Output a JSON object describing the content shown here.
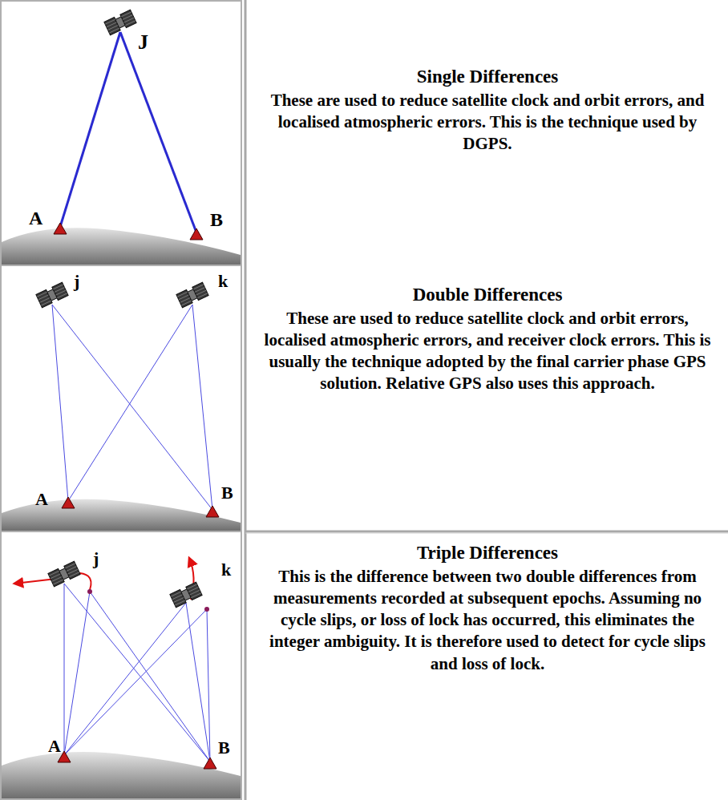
{
  "diagram": {
    "nodes": [
      {
        "text": [
          "Single Differences",
          "These are used to reduce satellite clock and orbit errors, and localised atmospheric errors. This is the technique used by DGPS."
        ]
      },
      {
        "text": [
          "Double Differences",
          "These are used to reduce satellite clock and orbit errors, localised atmospheric errors, and receiver clock errors. This is usually the technique adopted by the final carrier phase GPS solution. Relative GPS also uses this approach."
        ]
      },
      {
        "text": [
          "Triple Differences",
          "This is the difference between two double differences from measurements recorded at subsequent epochs. Assuming no cycle slips, or loss of lock has occurred, this eliminates the integer ambiguity. It is therefore used to detect for cycle slips and loss of lock."
        ]
      }
    ],
    "labels": [
      "J",
      "A",
      "B",
      "j",
      "k",
      "A",
      "B",
      "j",
      "k",
      "A",
      "B"
    ]
  }
}
